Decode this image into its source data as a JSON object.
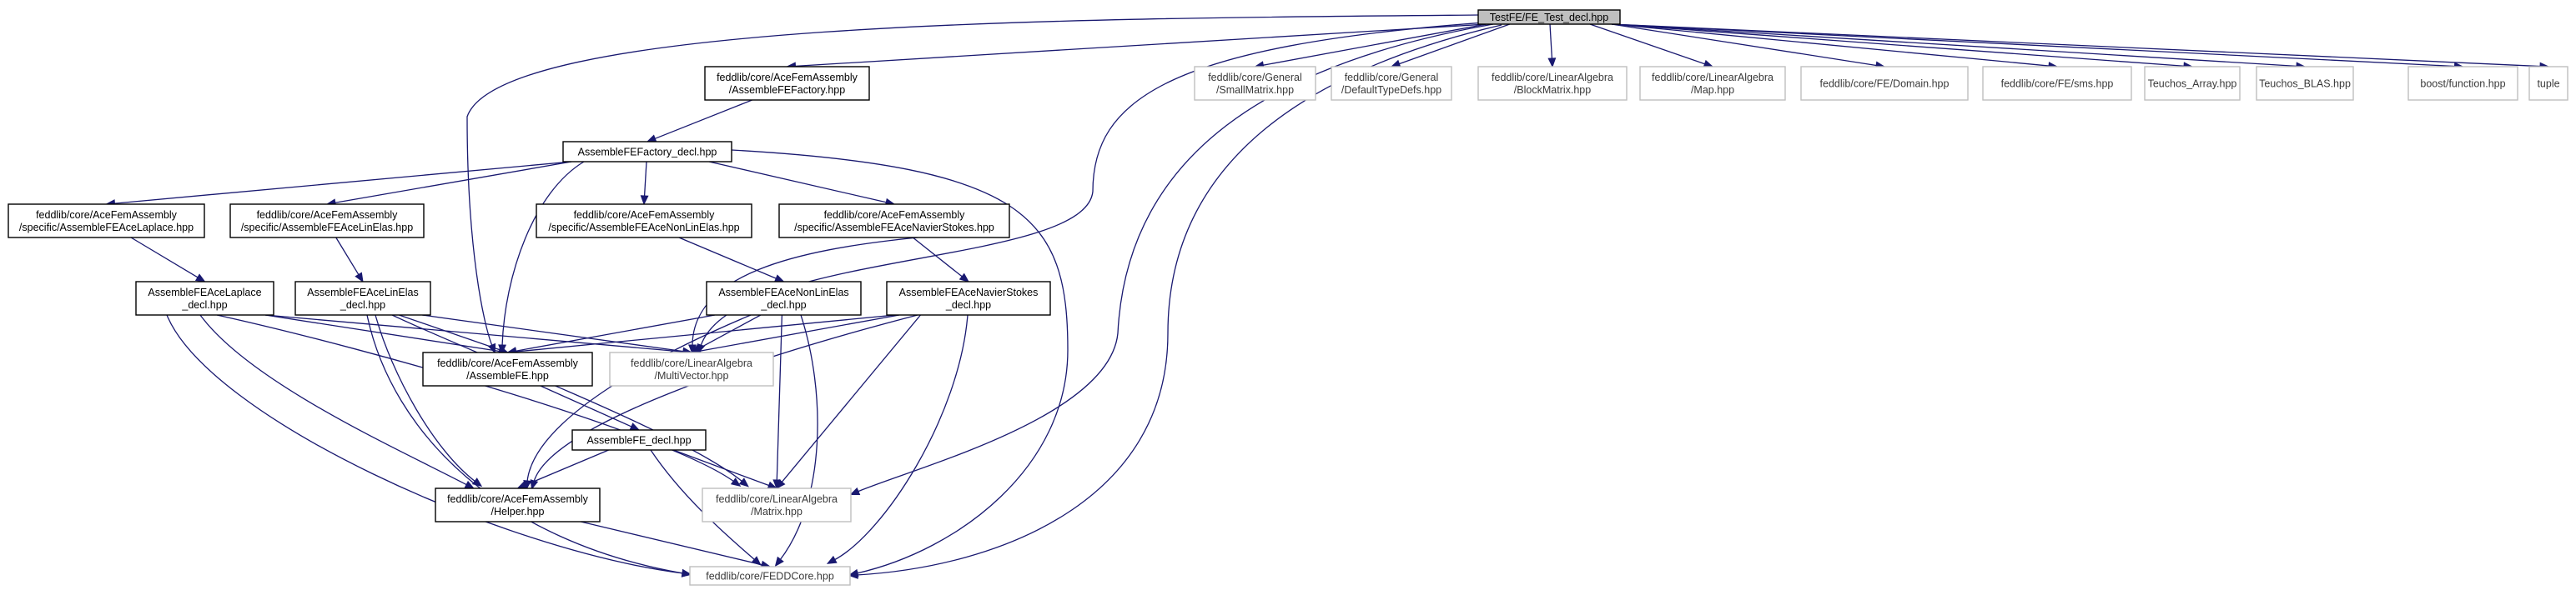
{
  "graph": {
    "edge_color": "#191970",
    "root_fill": "#bfbfbf",
    "external_border": "#bfbfbf",
    "nodes": [
      {
        "id": "root",
        "kind": "root",
        "lines": [
          "TestFE/FE_Test_decl.hpp"
        ]
      },
      {
        "id": "factory",
        "kind": "internal",
        "lines": [
          "feddlib/core/AceFemAssembly",
          "/AssembleFEFactory.hpp"
        ]
      },
      {
        "id": "smallmatrix",
        "kind": "external",
        "lines": [
          "feddlib/core/General",
          "/SmallMatrix.hpp"
        ]
      },
      {
        "id": "defaulttypedefs",
        "kind": "external",
        "lines": [
          "feddlib/core/General",
          "/DefaultTypeDefs.hpp"
        ]
      },
      {
        "id": "blockmatrix",
        "kind": "external",
        "lines": [
          "feddlib/core/LinearAlgebra",
          "/BlockMatrix.hpp"
        ]
      },
      {
        "id": "map",
        "kind": "external",
        "lines": [
          "feddlib/core/LinearAlgebra",
          "/Map.hpp"
        ]
      },
      {
        "id": "domain",
        "kind": "external",
        "lines": [
          "feddlib/core/FE/Domain.hpp"
        ]
      },
      {
        "id": "sms",
        "kind": "external",
        "lines": [
          "feddlib/core/FE/sms.hpp"
        ]
      },
      {
        "id": "teuchos_array",
        "kind": "external",
        "lines": [
          "Teuchos_Array.hpp"
        ]
      },
      {
        "id": "teuchos_blas",
        "kind": "external",
        "lines": [
          "Teuchos_BLAS.hpp"
        ]
      },
      {
        "id": "boost_function",
        "kind": "external",
        "lines": [
          "boost/function.hpp"
        ]
      },
      {
        "id": "tuple",
        "kind": "external",
        "lines": [
          "tuple"
        ]
      },
      {
        "id": "factory_decl",
        "kind": "internal",
        "lines": [
          "AssembleFEFactory_decl.hpp"
        ]
      },
      {
        "id": "laplace",
        "kind": "internal",
        "lines": [
          "feddlib/core/AceFemAssembly",
          "/specific/AssembleFEAceLaplace.hpp"
        ]
      },
      {
        "id": "linelas",
        "kind": "internal",
        "lines": [
          "feddlib/core/AceFemAssembly",
          "/specific/AssembleFEAceLinElas.hpp"
        ]
      },
      {
        "id": "nonlinelas",
        "kind": "internal",
        "lines": [
          "feddlib/core/AceFemAssembly",
          "/specific/AssembleFEAceNonLinElas.hpp"
        ]
      },
      {
        "id": "navierstokes",
        "kind": "internal",
        "lines": [
          "feddlib/core/AceFemAssembly",
          "/specific/AssembleFEAceNavierStokes.hpp"
        ]
      },
      {
        "id": "laplace_decl",
        "kind": "internal",
        "lines": [
          "AssembleFEAceLaplace",
          "_decl.hpp"
        ]
      },
      {
        "id": "linelas_decl",
        "kind": "internal",
        "lines": [
          "AssembleFEAceLinElas",
          "_decl.hpp"
        ]
      },
      {
        "id": "nonlinelas_decl",
        "kind": "internal",
        "lines": [
          "AssembleFEAceNonLinElas",
          "_decl.hpp"
        ]
      },
      {
        "id": "navierstokes_decl",
        "kind": "internal",
        "lines": [
          "AssembleFEAceNavierStokes",
          "_decl.hpp"
        ]
      },
      {
        "id": "assemblefe",
        "kind": "internal",
        "lines": [
          "feddlib/core/AceFemAssembly",
          "/AssembleFE.hpp"
        ]
      },
      {
        "id": "multivector",
        "kind": "external",
        "lines": [
          "feddlib/core/LinearAlgebra",
          "/MultiVector.hpp"
        ]
      },
      {
        "id": "assemblefe_decl",
        "kind": "internal",
        "lines": [
          "AssembleFE_decl.hpp"
        ]
      },
      {
        "id": "helper",
        "kind": "internal",
        "lines": [
          "feddlib/core/AceFemAssembly",
          "/Helper.hpp"
        ]
      },
      {
        "id": "matrix",
        "kind": "external",
        "lines": [
          "feddlib/core/LinearAlgebra",
          "/Matrix.hpp"
        ]
      },
      {
        "id": "fedd_core",
        "kind": "external",
        "lines": [
          "feddlib/core/FEDDCore.hpp"
        ]
      }
    ],
    "edges": [
      {
        "from": "root",
        "to": "factory"
      },
      {
        "from": "root",
        "to": "smallmatrix"
      },
      {
        "from": "root",
        "to": "defaulttypedefs"
      },
      {
        "from": "root",
        "to": "blockmatrix"
      },
      {
        "from": "root",
        "to": "map"
      },
      {
        "from": "root",
        "to": "domain"
      },
      {
        "from": "root",
        "to": "sms"
      },
      {
        "from": "root",
        "to": "teuchos_array"
      },
      {
        "from": "root",
        "to": "teuchos_blas"
      },
      {
        "from": "root",
        "to": "boost_function"
      },
      {
        "from": "root",
        "to": "tuple"
      },
      {
        "from": "root",
        "to": "assemblefe"
      },
      {
        "from": "root",
        "to": "multivector"
      },
      {
        "from": "root",
        "to": "matrix"
      },
      {
        "from": "root",
        "to": "fedd_core"
      },
      {
        "from": "factory",
        "to": "factory_decl"
      },
      {
        "from": "factory_decl",
        "to": "laplace"
      },
      {
        "from": "factory_decl",
        "to": "linelas"
      },
      {
        "from": "factory_decl",
        "to": "nonlinelas"
      },
      {
        "from": "factory_decl",
        "to": "navierstokes"
      },
      {
        "from": "factory_decl",
        "to": "assemblefe"
      },
      {
        "from": "factory_decl",
        "to": "fedd_core"
      },
      {
        "from": "laplace",
        "to": "laplace_decl"
      },
      {
        "from": "linelas",
        "to": "linelas_decl"
      },
      {
        "from": "nonlinelas",
        "to": "nonlinelas_decl"
      },
      {
        "from": "navierstokes",
        "to": "navierstokes_decl"
      },
      {
        "from": "laplace_decl",
        "to": "assemblefe"
      },
      {
        "from": "laplace_decl",
        "to": "multivector"
      },
      {
        "from": "laplace_decl",
        "to": "helper"
      },
      {
        "from": "laplace_decl",
        "to": "matrix"
      },
      {
        "from": "laplace_decl",
        "to": "fedd_core"
      },
      {
        "from": "linelas_decl",
        "to": "assemblefe"
      },
      {
        "from": "linelas_decl",
        "to": "multivector"
      },
      {
        "from": "linelas_decl",
        "to": "helper"
      },
      {
        "from": "linelas_decl",
        "to": "matrix"
      },
      {
        "from": "linelas_decl",
        "to": "fedd_core"
      },
      {
        "from": "nonlinelas_decl",
        "to": "assemblefe"
      },
      {
        "from": "nonlinelas_decl",
        "to": "multivector"
      },
      {
        "from": "nonlinelas_decl",
        "to": "helper"
      },
      {
        "from": "nonlinelas_decl",
        "to": "matrix"
      },
      {
        "from": "nonlinelas_decl",
        "to": "fedd_core"
      },
      {
        "from": "navierstokes_decl",
        "to": "assemblefe"
      },
      {
        "from": "navierstokes_decl",
        "to": "multivector"
      },
      {
        "from": "navierstokes_decl",
        "to": "helper"
      },
      {
        "from": "navierstokes_decl",
        "to": "matrix"
      },
      {
        "from": "navierstokes_decl",
        "to": "fedd_core"
      },
      {
        "from": "navierstokes",
        "to": "multivector"
      },
      {
        "from": "assemblefe",
        "to": "assemblefe_decl"
      },
      {
        "from": "assemblefe_decl",
        "to": "helper"
      },
      {
        "from": "assemblefe_decl",
        "to": "matrix"
      },
      {
        "from": "assemblefe_decl",
        "to": "fedd_core"
      },
      {
        "from": "helper",
        "to": "fedd_core"
      }
    ]
  }
}
